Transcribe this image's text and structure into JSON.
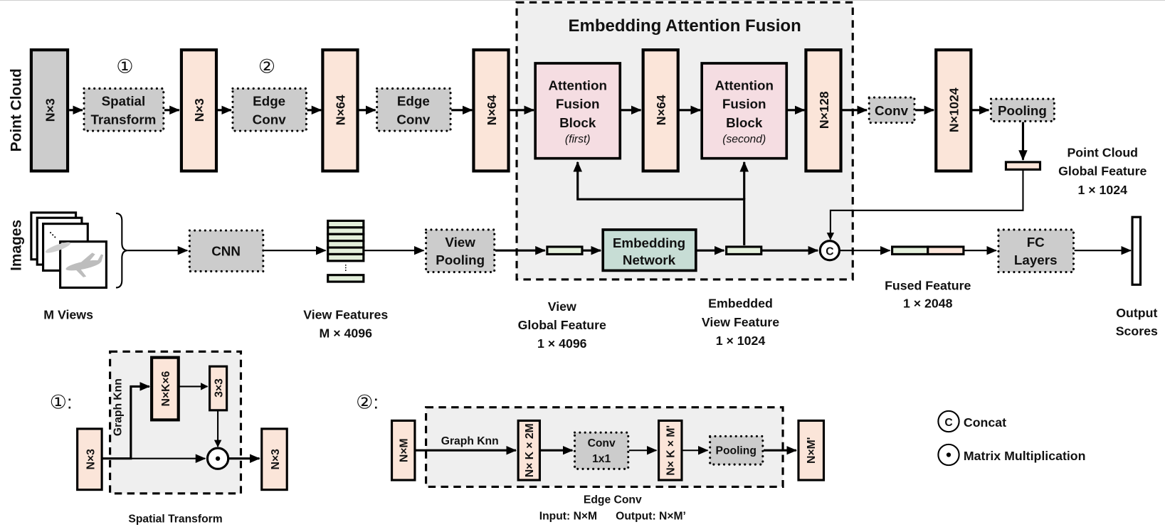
{
  "diagram": {
    "title": "Embedding Attention Fusion",
    "row_labels": {
      "point_cloud": "Point Cloud",
      "images": "Images"
    },
    "point_cloud_branch": {
      "input": "N×3",
      "step1_marker": "①",
      "spatial_transform": [
        "Spatial",
        "Transform"
      ],
      "after_st": "N×3",
      "step2_marker": "②",
      "edge_conv1": [
        "Edge",
        "Conv"
      ],
      "after_ec1": "N×64",
      "edge_conv2": [
        "Edge",
        "Conv"
      ],
      "after_ec2": "N×64",
      "afb_first": [
        "Attention",
        "Fusion",
        "Block",
        "(first)"
      ],
      "mid": "N×64",
      "afb_second": [
        "Attention",
        "Fusion",
        "Block",
        "(second)"
      ],
      "after_afb": "N×128",
      "conv": "Conv",
      "after_conv": "N×1024",
      "pooling": "Pooling",
      "global_feature": [
        "Point Cloud",
        "Global Feature",
        "1 × 1024"
      ]
    },
    "image_branch": {
      "views_label": "M Views",
      "cnn": "CNN",
      "view_features": [
        "View Features",
        "M × 4096"
      ],
      "view_pooling": [
        "View",
        "Pooling"
      ],
      "view_global": [
        "View",
        "Global Feature",
        "1 × 4096"
      ],
      "embedding_network": [
        "Embedding",
        "Network"
      ],
      "embedded_view": [
        "Embedded",
        "View Feature",
        "1 × 1024"
      ],
      "concat_symbol": "C",
      "fused_feature": [
        "Fused Feature",
        "1 × 2048"
      ],
      "fc_layers": [
        "FC",
        "Layers"
      ],
      "output": [
        "Output",
        "Scores"
      ]
    },
    "detail_spatial_transform": {
      "marker": "①:",
      "input": "N×3",
      "graph_knn": "Graph Knn",
      "nk6": "N×K×6",
      "m33": "3×3",
      "output": "N×3",
      "caption": "Spatial Transform"
    },
    "detail_edge_conv": {
      "marker": "②:",
      "input": "N×M",
      "graph_knn": "Graph Knn",
      "nk2m": "N× K × 2M",
      "conv": [
        "Conv",
        "1x1"
      ],
      "nkm": "N× K × M'",
      "pooling": "Pooling",
      "output": "N×M'",
      "caption": "Edge Conv",
      "io": "Input: N×M      Output: N×M’"
    },
    "legend": [
      {
        "symbol": "C",
        "label": "Concat"
      },
      {
        "symbol": "•",
        "label": "Matrix Multiplication"
      }
    ]
  }
}
